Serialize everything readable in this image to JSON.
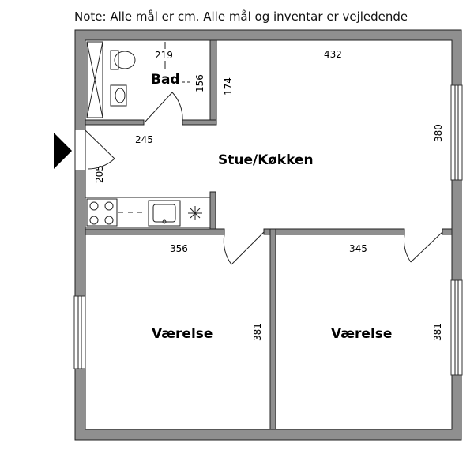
{
  "note": "Note: Alle mål er cm. Alle mål og inventar er vejledende",
  "rooms": {
    "bad": "Bad",
    "stue": "Stue/Køkken",
    "vaerelse_left": "Værelse",
    "vaerelse_right": "Værelse"
  },
  "dims": {
    "bad_width": "219",
    "bad_height": "156",
    "hall_height": "174",
    "stue_width": "432",
    "stue_height": "380",
    "hall_width": "245",
    "entry": "205",
    "room_left_width": "356",
    "room_right_width": "345",
    "room_left_height": "381",
    "room_right_height": "381"
  },
  "icons": [
    "entrance-arrow-icon",
    "toilet-icon",
    "sink-icon",
    "shower-icon",
    "stove-icon",
    "kitchen-sink-icon",
    "ventilation-icon"
  ]
}
